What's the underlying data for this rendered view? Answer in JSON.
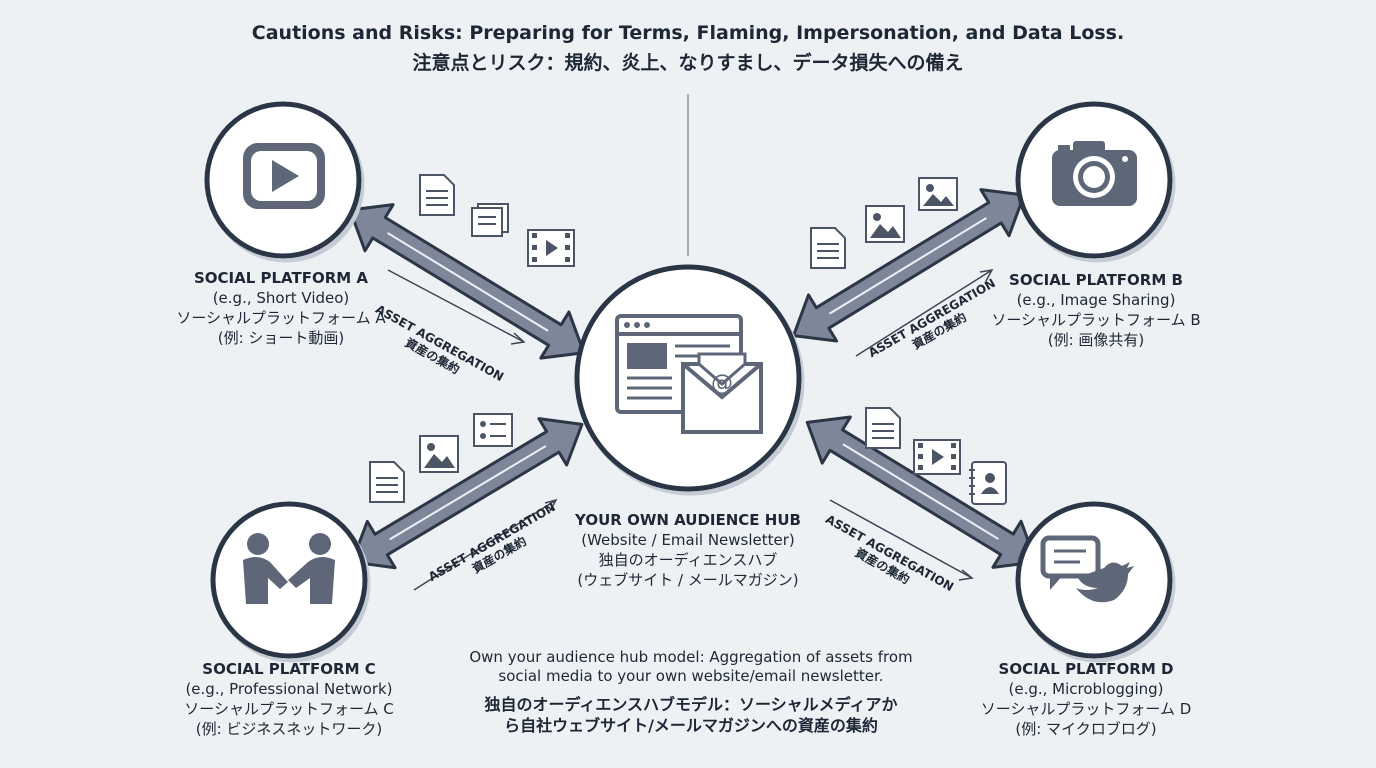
{
  "title": {
    "en": "Cautions and Risks: Preparing for Terms, Flaming, Impersonation, and Data Loss.",
    "ja": "注意点とリスク：規約、炎上、なりすまし、データ損失への備え"
  },
  "platforms": {
    "a": {
      "name": "SOCIAL PLATFORM A",
      "example": "(e.g., Short Video)",
      "ja_name": "ソーシャルプラットフォーム A",
      "ja_example": "(例: ショート動画)",
      "icon": "play-icon"
    },
    "b": {
      "name": "SOCIAL PLATFORM B",
      "example": "(e.g., Image Sharing)",
      "ja_name": "ソーシャルプラットフォーム B",
      "ja_example": "(例: 画像共有)",
      "icon": "camera-icon"
    },
    "c": {
      "name": "SOCIAL PLATFORM C",
      "example": "(e.g., Professional Network)",
      "ja_name": "ソーシャルプラットフォーム C",
      "ja_example": "(例: ビジネスネットワーク)",
      "icon": "handshake-icon"
    },
    "d": {
      "name": "SOCIAL PLATFORM D",
      "example": "(e.g., Microblogging)",
      "ja_name": "ソーシャルプラットフォーム D",
      "ja_example": "(例: マイクロブログ)",
      "icon": "bird-chat-icon"
    }
  },
  "hub": {
    "name": "YOUR OWN AUDIENCE HUB",
    "example": "(Website / Email Newsletter)",
    "ja_name": "独自のオーディエンスハブ",
    "ja_example": "(ウェブサイト / メールマガジン)",
    "icon": "website-email-icon"
  },
  "aggregation": {
    "en": "ASSET AGGREGATION",
    "ja": "資産の集約"
  },
  "description": {
    "en_line1": "Own your audience hub model: Aggregation of assets from",
    "en_line2": "social media to your own website/email newsletter.",
    "ja_line1": "独自のオーディエンスハブモデル：ソーシャルメディアか",
    "ja_line2": "ら自社ウェブサイト/メールマガジンへの資産の集約"
  },
  "colors": {
    "arrow": "#7d8799",
    "arrow_outline": "#2c3646",
    "circle_fill": "#ffffff",
    "circle_stroke": "#2a3444",
    "icon": "#5d6778",
    "background": "#eef1f4"
  }
}
